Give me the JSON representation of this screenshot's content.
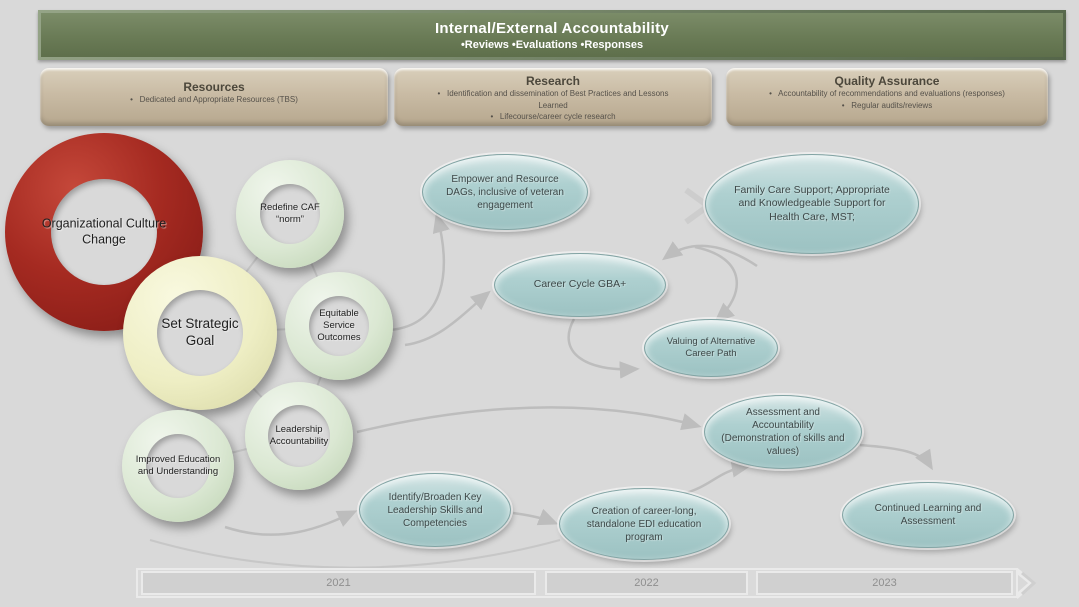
{
  "banner": {
    "title": "Internal/External  Accountability",
    "subtitle": "•Reviews •Evaluations •Responses"
  },
  "pillars": [
    {
      "title": "Resources",
      "bullets": [
        "Dedicated and Appropriate Resources (TBS)"
      ]
    },
    {
      "title": "Research",
      "bullets": [
        "Identification and dissemination of Best Practices and Lessons Learned",
        "Lifecourse/career cycle research"
      ]
    },
    {
      "title": "Quality Assurance",
      "bullets": [
        "Accountability of recommendations and evaluations (responses)",
        "Regular audits/reviews"
      ]
    }
  ],
  "goals": [
    {
      "label": "Organizational Culture Change",
      "color": "red"
    },
    {
      "label": "Set Strategic Goal",
      "color": "yellow"
    },
    {
      "label": "Redefine CAF “norm”",
      "color": "green"
    },
    {
      "label": "Equitable Service Outcomes",
      "color": "green"
    },
    {
      "label": "Leadership Accountability",
      "color": "green"
    },
    {
      "label": "Improved Education and Understanding",
      "color": "green"
    }
  ],
  "initiatives": [
    {
      "label": "Empower and Resource DAGs, inclusive of veteran engagement"
    },
    {
      "label": "Career Cycle GBA+"
    },
    {
      "label": "Family Care Support; Appropriate and Knowledgeable Support for Health Care, MST;"
    },
    {
      "label": "Valuing of Alternative Career Path"
    },
    {
      "label": "Assessment and Accountability (Demonstration of skills and values)"
    },
    {
      "label": "Identify/Broaden Key Leadership Skills and Competencies"
    },
    {
      "label": "Creation of career-long, standalone EDI education program"
    },
    {
      "label": "Continued Learning and Assessment"
    }
  ],
  "timeline": {
    "years": [
      "2021",
      "2022",
      "2023"
    ]
  },
  "colors": {
    "background": "#d9d9d9",
    "banner_green": "#6a7b56",
    "pillar_tan": "#c9bba4",
    "goal_red": "#a52a21",
    "goal_yellow": "#eeeec4",
    "goal_green": "#dbe8d3",
    "initiative_teal": "#aed0d0",
    "connector_gray": "#bdbdbd",
    "timeline_gray": "#d0d0d0"
  }
}
